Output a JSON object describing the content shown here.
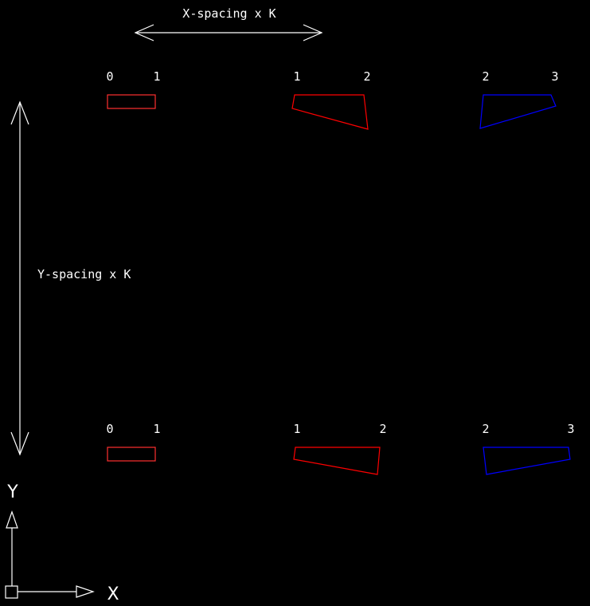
{
  "colors": {
    "background": "#000000",
    "annotation": "#ffffff",
    "group_1": "#ff2f2f",
    "group_2": "#ff0000",
    "group_3": "#0000ff"
  },
  "annotations": {
    "x_spacing": "X-spacing x K",
    "y_spacing": "Y-spacing x K"
  },
  "ucs": {
    "x_label": "X",
    "y_label": "Y",
    "icon": "ucs-axis-icon"
  },
  "rows": [
    {
      "cells": [
        {
          "left_label": "0",
          "right_label": "1",
          "color_key": "group_1",
          "shape": "rectangle"
        },
        {
          "left_label": "1",
          "right_label": "2",
          "color_key": "group_2",
          "shape": "quadrilateral"
        },
        {
          "left_label": "2",
          "right_label": "3",
          "color_key": "group_3",
          "shape": "quadrilateral"
        }
      ]
    },
    {
      "cells": [
        {
          "left_label": "0",
          "right_label": "1",
          "color_key": "group_1",
          "shape": "rectangle"
        },
        {
          "left_label": "1",
          "right_label": "2",
          "color_key": "group_2",
          "shape": "quadrilateral"
        },
        {
          "left_label": "2",
          "right_label": "3",
          "color_key": "group_3",
          "shape": "quadrilateral"
        }
      ]
    }
  ]
}
